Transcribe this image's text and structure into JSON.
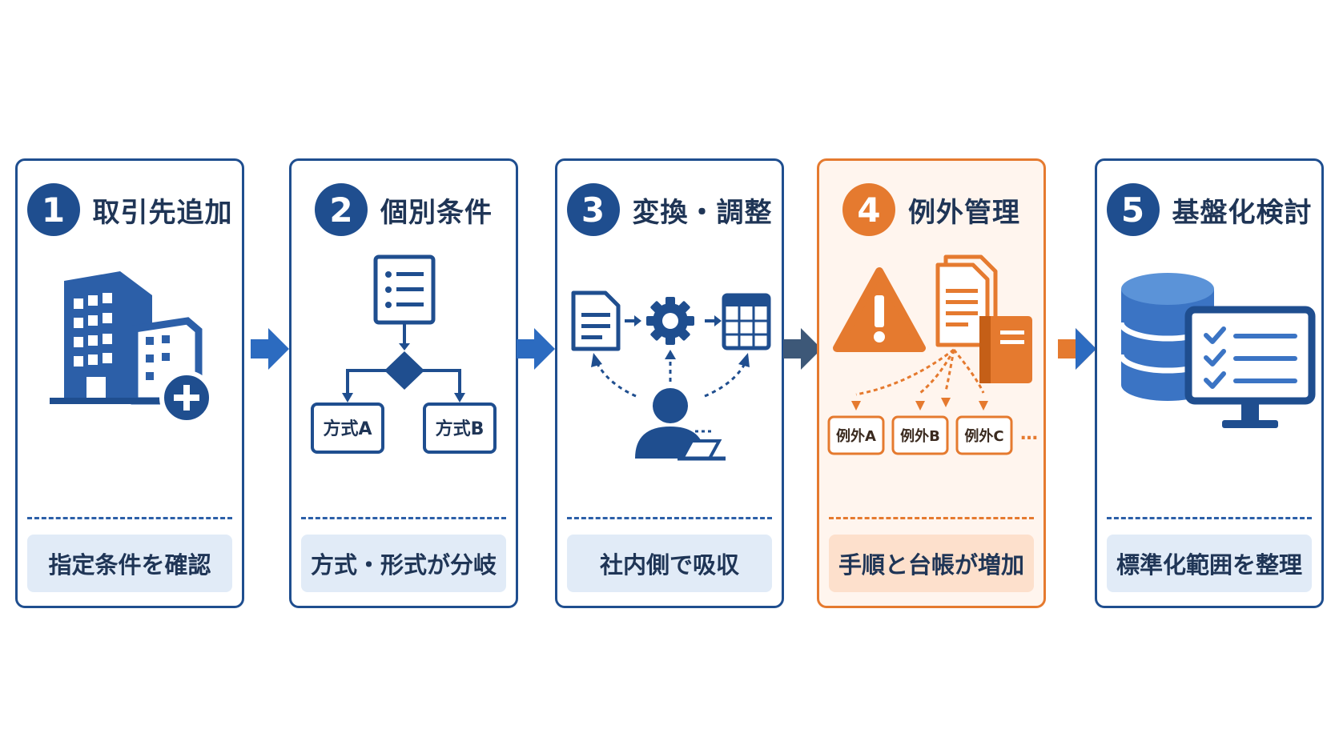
{
  "colors": {
    "navy": "#1f4e8f",
    "blue": "#2c6bc0",
    "light_blue": "#e1ebf7",
    "orange": "#e57a2f",
    "light_orange": "#fde0cc",
    "text_dark": "#1f3556"
  },
  "steps": [
    {
      "number": "1",
      "title": "取引先追加",
      "caption": "指定条件を確認",
      "icons": [
        "office-building-icon",
        "plus-circle-icon"
      ]
    },
    {
      "number": "2",
      "title": "個別条件",
      "caption": "方式・形式が分岐",
      "icons": [
        "checklist-document-icon",
        "decision-diamond-icon"
      ],
      "branches": [
        "方式A",
        "方式B"
      ]
    },
    {
      "number": "3",
      "title": "変換・調整",
      "caption": "社内側で吸収",
      "icons": [
        "document-icon",
        "gear-icon",
        "spreadsheet-icon",
        "person-laptop-icon"
      ]
    },
    {
      "number": "4",
      "title": "例外管理",
      "caption": "手順と台帳が増加",
      "icons": [
        "warning-icon",
        "documents-icon",
        "ledger-book-icon"
      ],
      "exceptions": [
        "例外A",
        "例外B",
        "例外C"
      ],
      "more": "…"
    },
    {
      "number": "5",
      "title": "基盤化検討",
      "caption": "標準化範囲を整理",
      "icons": [
        "database-icon",
        "monitor-checklist-icon"
      ]
    }
  ]
}
